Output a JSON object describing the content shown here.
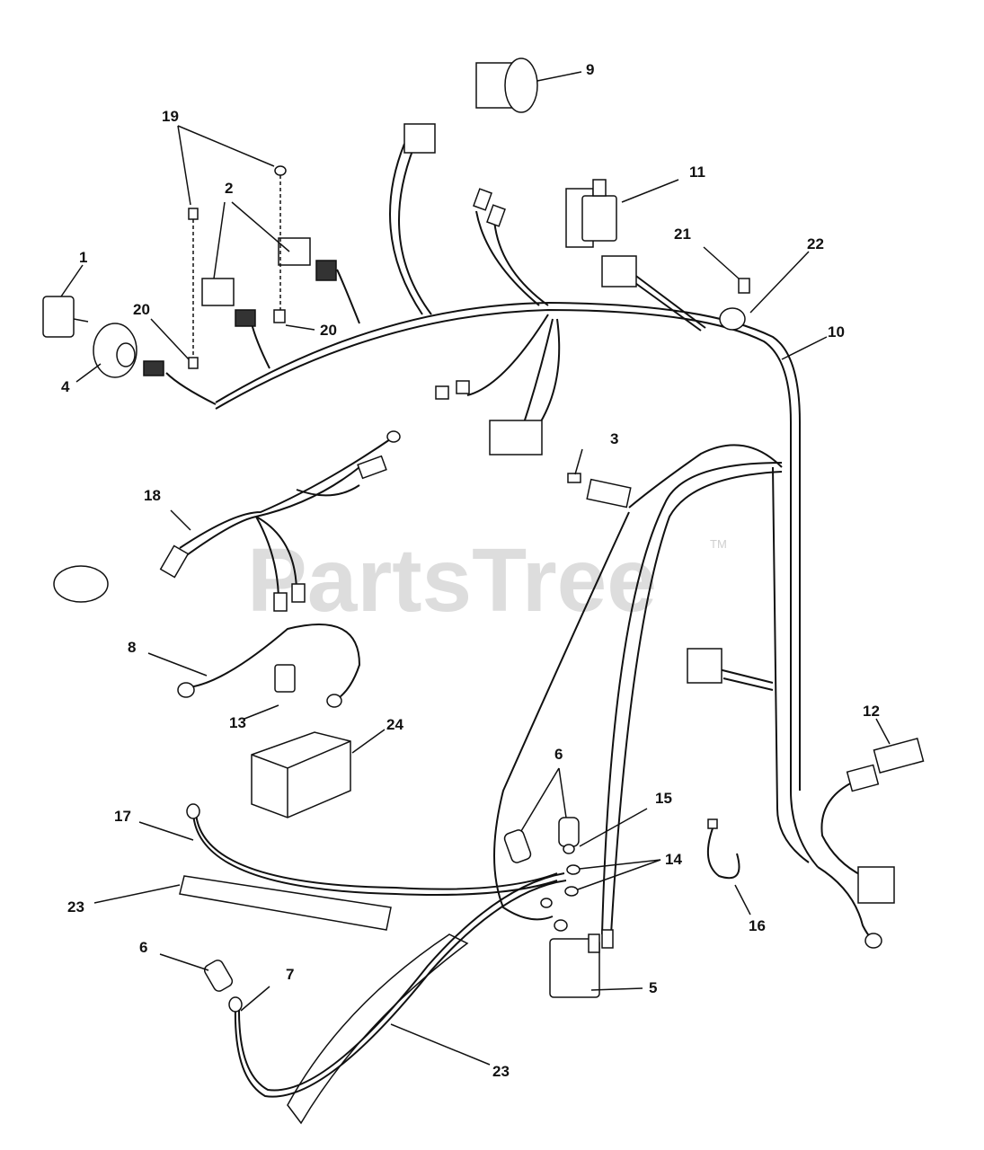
{
  "watermark": {
    "text": "PartsTree",
    "tm": "TM"
  },
  "callouts": [
    {
      "label": "1"
    },
    {
      "label": "2"
    },
    {
      "label": "3"
    },
    {
      "label": "4"
    },
    {
      "label": "5"
    },
    {
      "label": "6"
    },
    {
      "label": "6"
    },
    {
      "label": "7"
    },
    {
      "label": "8"
    },
    {
      "label": "9"
    },
    {
      "label": "10"
    },
    {
      "label": "11"
    },
    {
      "label": "12"
    },
    {
      "label": "13"
    },
    {
      "label": "14"
    },
    {
      "label": "15"
    },
    {
      "label": "16"
    },
    {
      "label": "17"
    },
    {
      "label": "18"
    },
    {
      "label": "19"
    },
    {
      "label": "20"
    },
    {
      "label": "20"
    },
    {
      "label": "21"
    },
    {
      "label": "22"
    },
    {
      "label": "23"
    },
    {
      "label": "23"
    },
    {
      "label": "24"
    }
  ]
}
